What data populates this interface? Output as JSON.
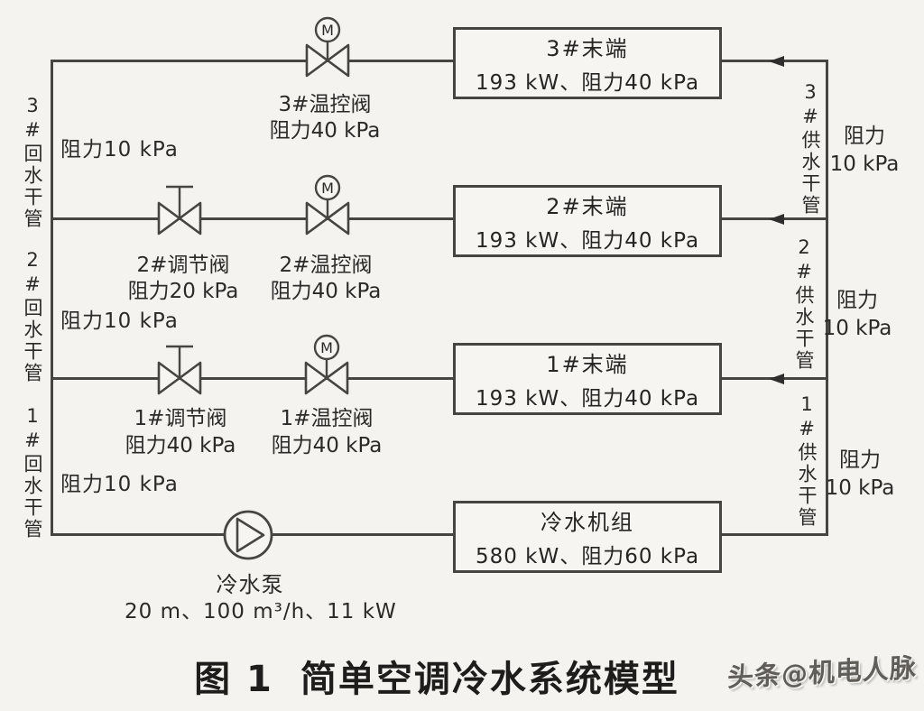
{
  "colors": {
    "background": "#f4f3f0",
    "line": "#474542",
    "text": "#2b2a28"
  },
  "icons": {
    "motor_letter": "M"
  },
  "return_mains": [
    {
      "label": "3#回水干管",
      "resistance": "阻力10 kPa"
    },
    {
      "label": "2#回水干管",
      "resistance": "阻力10 kPa"
    },
    {
      "label": "1#回水干管",
      "resistance": "阻力10 kPa"
    }
  ],
  "supply_mains": [
    {
      "label": "3#供水干管",
      "resistance_line1": "阻力",
      "resistance_line2": "10 kPa"
    },
    {
      "label": "2#供水干管",
      "resistance_line1": "阻力",
      "resistance_line2": "10 kPa"
    },
    {
      "label": "1#供水干管",
      "resistance_line1": "阻力",
      "resistance_line2": "10 kPa"
    }
  ],
  "branches": [
    {
      "terminal": {
        "label": "3#末端",
        "spec": "193 kW、阻力40 kPa"
      },
      "control_valve": {
        "label": "3#温控阀",
        "resistance": "阻力40 kPa"
      }
    },
    {
      "terminal": {
        "label": "2#末端",
        "spec": "193 kW、阻力40 kPa"
      },
      "control_valve": {
        "label": "2#温控阀",
        "resistance": "阻力40 kPa"
      },
      "regulating_valve": {
        "label": "2#调节阀",
        "resistance": "阻力20 kPa"
      }
    },
    {
      "terminal": {
        "label": "1#末端",
        "spec": "193 kW、阻力40 kPa"
      },
      "control_valve": {
        "label": "1#温控阀",
        "resistance": "阻力40 kPa"
      },
      "regulating_valve": {
        "label": "1#调节阀",
        "resistance": "阻力40 kPa"
      }
    }
  ],
  "plant": {
    "pump": {
      "label": "冷水泵",
      "spec": "20 m、100 m³/h、11 kW"
    },
    "chiller": {
      "label": "冷水机组",
      "spec": "580 kW、阻力60 kPa"
    }
  },
  "caption": {
    "figure_label": "图 1",
    "title": "简单空调冷水系统模型"
  },
  "watermark": {
    "text": "头条@机电人脉"
  }
}
